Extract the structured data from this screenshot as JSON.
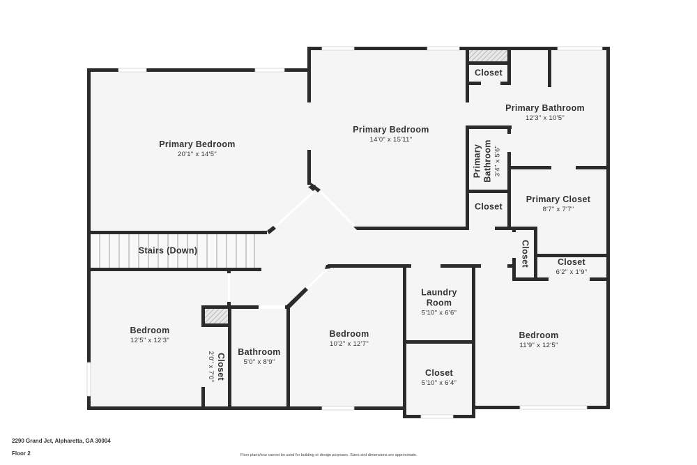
{
  "floorplan": {
    "rooms": [
      {
        "id": "primary-bedroom-1",
        "name": "Primary Bedroom",
        "dims": "20'1\" x 14'5\""
      },
      {
        "id": "primary-bedroom-2",
        "name": "Primary Bedroom",
        "dims": "14'0\" x 15'11\""
      },
      {
        "id": "closet-top",
        "name": "Closet",
        "dims": ""
      },
      {
        "id": "primary-bathroom",
        "name": "Primary Bathroom",
        "dims": "12'3\" x 10'5\""
      },
      {
        "id": "primary-bathroom-small",
        "name": "Primary Bathroom",
        "dims": "3'4\" x 5'6\""
      },
      {
        "id": "closet-mid",
        "name": "Closet",
        "dims": ""
      },
      {
        "id": "primary-closet",
        "name": "Primary Closet",
        "dims": "8'7\" x 7'7\""
      },
      {
        "id": "closet-vertical",
        "name": "Closet",
        "dims": ""
      },
      {
        "id": "closet-small",
        "name": "Closet",
        "dims": "6'2\" x 1'9\""
      },
      {
        "id": "stairs",
        "name": "Stairs (Down)",
        "dims": ""
      },
      {
        "id": "bedroom-left",
        "name": "Bedroom",
        "dims": "12'5\" x 12'3\""
      },
      {
        "id": "closet-left",
        "name": "Closet",
        "dims": "2'0\" x 7'0\""
      },
      {
        "id": "bathroom",
        "name": "Bathroom",
        "dims": "5'0\" x 8'9\""
      },
      {
        "id": "bedroom-mid",
        "name": "Bedroom",
        "dims": "10'2\" x 12'7\""
      },
      {
        "id": "laundry",
        "name": "Laundry Room",
        "dims": "5'10\" x 6'6\""
      },
      {
        "id": "closet-bottom",
        "name": "Closet",
        "dims": "5'10\" x 6'4\""
      },
      {
        "id": "bedroom-right",
        "name": "Bedroom",
        "dims": "11'9\" x 12'5\""
      }
    ]
  },
  "footer": {
    "address": "2290 Grand Jct, Alpharetta, GA 30004",
    "floor": "Floor 2",
    "disclaimer": "Floor plans/tour cannot be used for building or design purposes. Sizes and dimensions are approximate."
  },
  "colors": {
    "wall": "#2b2b2b",
    "floor": "#f5f5f5",
    "background": "#ffffff"
  }
}
